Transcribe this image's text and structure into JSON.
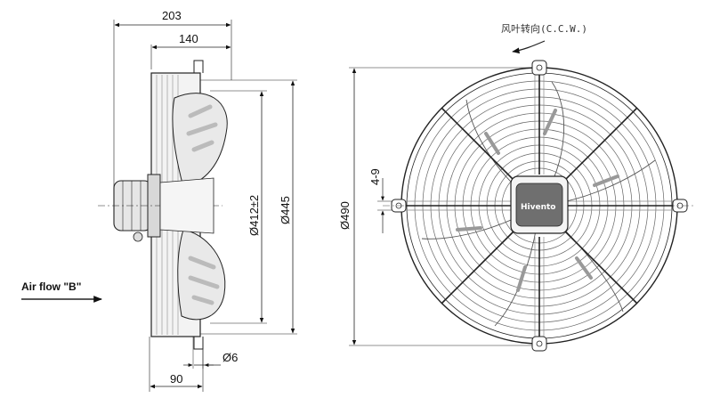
{
  "side_view": {
    "dim_overall_depth": "203",
    "dim_guard_depth": "140",
    "dim_inner_diameter": "Ø412±2",
    "dim_outer_diameter": "Ø445",
    "dim_mount_hole": "Ø6",
    "dim_bottom_depth": "90",
    "airflow_label": "Air flow \"B\""
  },
  "front_view": {
    "rotation_label": "风叶转向(C.C.W.)",
    "dim_guard_diameter": "Ø490",
    "dim_slot": "4-9",
    "brand_label": "Hivento"
  }
}
